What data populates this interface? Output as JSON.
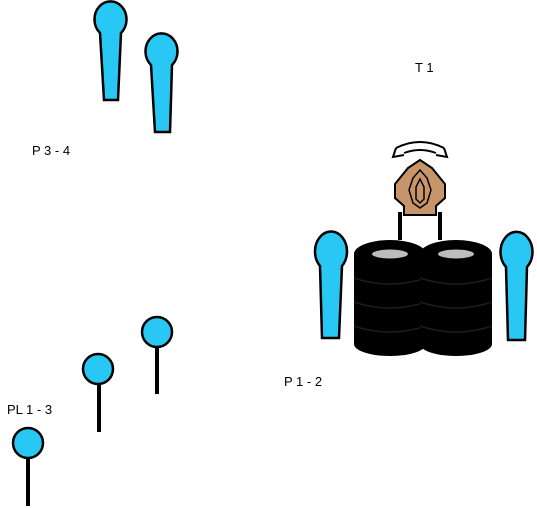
{
  "labels": {
    "t1": "T 1",
    "p34": "P 3 - 4",
    "p12": "P 1 - 2",
    "pl13": "PL 1 - 3"
  },
  "colors": {
    "post_fill": "#29c8f4",
    "pin_fill": "#29c8f4",
    "tire": "#000000",
    "tire_top": "#bdbdbd",
    "target_fill": "#c8956a",
    "outline": "#000000"
  },
  "icons": {
    "target": "steel-silhouette-target-icon",
    "swing": "swing-rotation-icon",
    "tires": "tire-stack-icon",
    "post": "paddle-post-icon",
    "pin": "pin-marker-icon"
  }
}
